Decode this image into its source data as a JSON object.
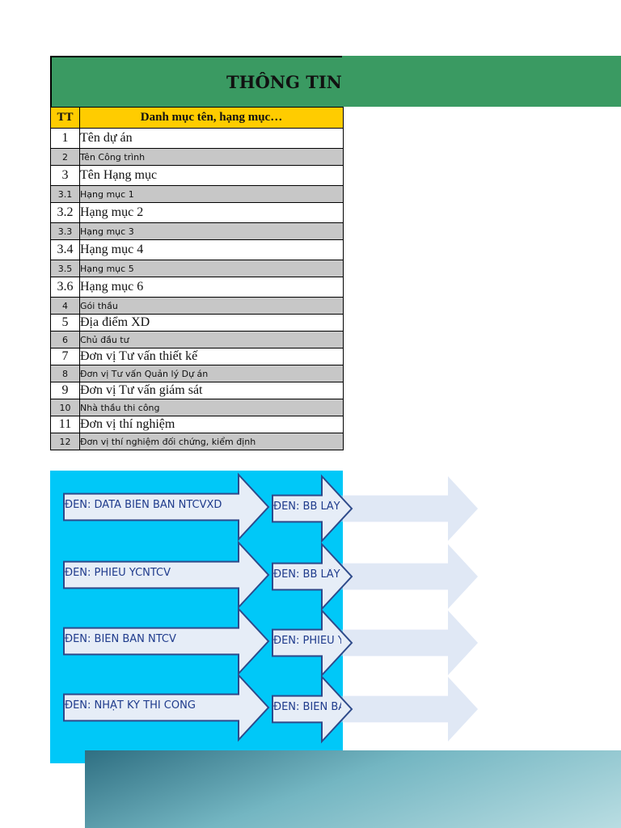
{
  "header": {
    "title": "THÔNG TIN C"
  },
  "table": {
    "col_tt": "TT",
    "col_name": "Danh mục tên, hạng mục…",
    "rows": [
      {
        "tt": "1",
        "name": "Tên dự án",
        "style": "big"
      },
      {
        "tt": "2",
        "name": "Tên Công trình",
        "style": "small"
      },
      {
        "tt": "3",
        "name": "Tên Hạng mục",
        "style": "big"
      },
      {
        "tt": "3.1",
        "name": "Hạng mục 1",
        "style": "small"
      },
      {
        "tt": "3.2",
        "name": "Hạng mục 2",
        "style": "big"
      },
      {
        "tt": "3.3",
        "name": "Hạng mục 3",
        "style": "small"
      },
      {
        "tt": "3.4",
        "name": "Hạng mục 4",
        "style": "big"
      },
      {
        "tt": "3.5",
        "name": "Hạng mục 5",
        "style": "small"
      },
      {
        "tt": "3.6",
        "name": "Hạng mục 6",
        "style": "big"
      },
      {
        "tt": "4",
        "name": "Gói thầu",
        "style": "small"
      },
      {
        "tt": "5",
        "name": "Địa điểm XD",
        "style": "big"
      },
      {
        "tt": "6",
        "name": "Chủ đầu tư",
        "style": "small"
      },
      {
        "tt": "7",
        "name": "Đơn vị Tư vấn thiết kế",
        "style": "big"
      },
      {
        "tt": "8",
        "name": "Đơn vị Tư vấn Quản lý Dự án",
        "style": "small"
      },
      {
        "tt": "9",
        "name": "Đơn vị Tư vấn giám sát",
        "style": "big"
      },
      {
        "tt": "10",
        "name": "Nhà thầu thi công",
        "style": "small"
      },
      {
        "tt": "11",
        "name": "Đơn vị thí nghiệm",
        "style": "big"
      },
      {
        "tt": "12",
        "name": "Đơn vị thí nghiệm đối chứng, kiểm định",
        "style": "small"
      }
    ]
  },
  "nav_buttons": {
    "col1": [
      "ĐẾN: DATA BIÊN BẢN NTCVXD",
      "ĐẾN: PHIẾU YCNTCV",
      "ĐẾN: BIÊN BẢN NTCV",
      "ĐẾN: NHẬT KÝ THI CÔNG"
    ],
    "col2": [
      "ĐẾN: BB LẤY",
      "ĐẾN: BB LẤY",
      "ĐẾN: PHIẾU Y",
      "ĐẾN: BIÊN BẢ"
    ]
  },
  "colors": {
    "title_band": "#3a9a62",
    "header_fill": "#ffcc00",
    "alt_row": "#c7c7c7",
    "nav_panel": "#00c8f8",
    "arrow_text": "#1f3b8c",
    "arrow_border": "#2e4a8a"
  }
}
